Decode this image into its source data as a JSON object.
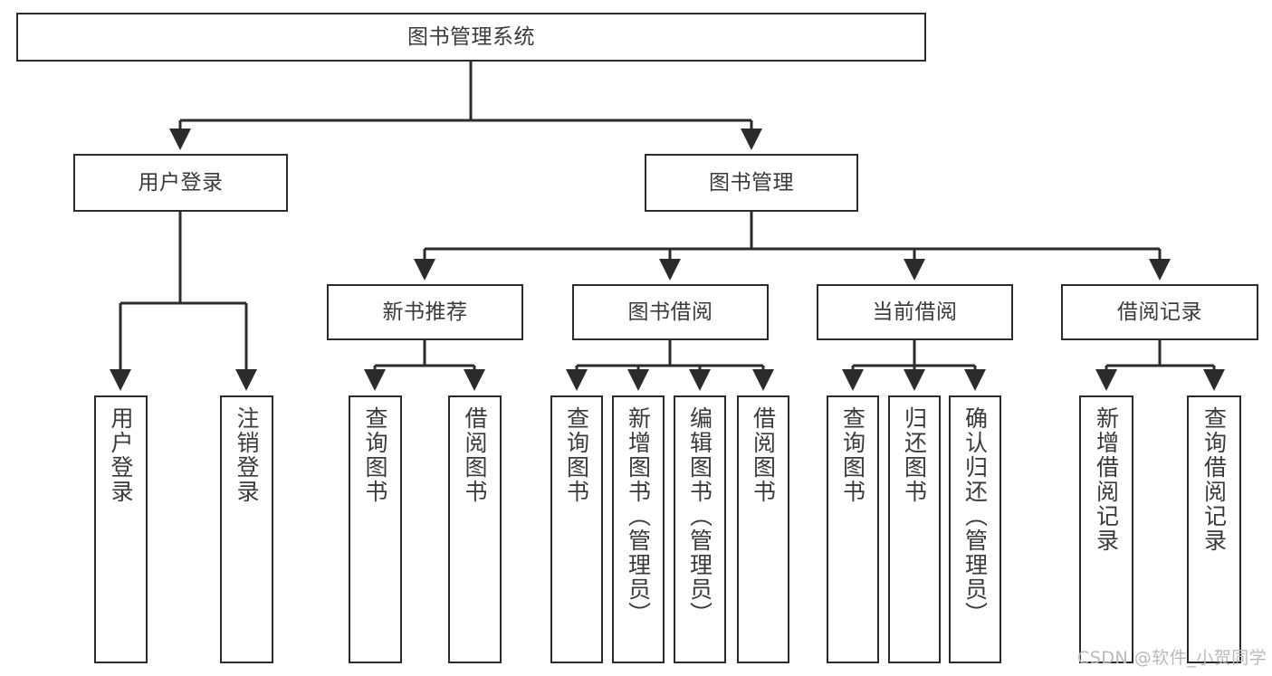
{
  "diagram": {
    "title": "图书管理系统",
    "type": "hierarchy-tree",
    "root": {
      "id": "root",
      "label": "图书管理系统",
      "orientation": "horizontal"
    },
    "level2": [
      {
        "id": "user-login",
        "label": "用户登录",
        "orientation": "horizontal"
      },
      {
        "id": "book-management",
        "label": "图书管理",
        "orientation": "horizontal"
      }
    ],
    "level3": [
      {
        "id": "new-book-recommend",
        "label": "新书推荐",
        "parent": "book-management",
        "orientation": "horizontal"
      },
      {
        "id": "book-borrow",
        "label": "图书借阅",
        "parent": "book-management",
        "orientation": "horizontal"
      },
      {
        "id": "current-borrow",
        "label": "当前借阅",
        "parent": "book-management",
        "orientation": "horizontal"
      },
      {
        "id": "borrow-record",
        "label": "借阅记录",
        "parent": "book-management",
        "orientation": "horizontal"
      }
    ],
    "leaves": [
      {
        "id": "leaf-user-login",
        "label": "用户登录",
        "parent": "user-login",
        "orientation": "vertical"
      },
      {
        "id": "leaf-logout",
        "label": "注销登录",
        "parent": "user-login",
        "orientation": "vertical"
      },
      {
        "id": "leaf-query-book-1",
        "label": "查询图书",
        "parent": "new-book-recommend",
        "orientation": "vertical"
      },
      {
        "id": "leaf-borrow-book-1",
        "label": "借阅图书",
        "parent": "new-book-recommend",
        "orientation": "vertical"
      },
      {
        "id": "leaf-query-book-2",
        "label": "查询图书",
        "parent": "book-borrow",
        "orientation": "vertical"
      },
      {
        "id": "leaf-add-book",
        "label": "新增图书（管理员）",
        "parent": "book-borrow",
        "orientation": "vertical"
      },
      {
        "id": "leaf-edit-book",
        "label": "编辑图书（管理员）",
        "parent": "book-borrow",
        "orientation": "vertical"
      },
      {
        "id": "leaf-borrow-book-2",
        "label": "借阅图书",
        "parent": "book-borrow",
        "orientation": "vertical"
      },
      {
        "id": "leaf-query-book-3",
        "label": "查询图书",
        "parent": "current-borrow",
        "orientation": "vertical"
      },
      {
        "id": "leaf-return-book",
        "label": "归还图书",
        "parent": "current-borrow",
        "orientation": "vertical"
      },
      {
        "id": "leaf-confirm-return",
        "label": "确认归还（管理员）",
        "parent": "current-borrow",
        "orientation": "vertical"
      },
      {
        "id": "leaf-add-record",
        "label": "新增借阅记录",
        "parent": "borrow-record",
        "orientation": "vertical"
      },
      {
        "id": "leaf-query-record",
        "label": "查询借阅记录",
        "parent": "borrow-record",
        "orientation": "vertical"
      }
    ],
    "watermark": "CSDN @软件_小贺同学",
    "colors": {
      "border": "#2b2b2b",
      "text": "#3a3a3a",
      "background": "#ffffff",
      "watermark": "#b9b9b9"
    }
  }
}
